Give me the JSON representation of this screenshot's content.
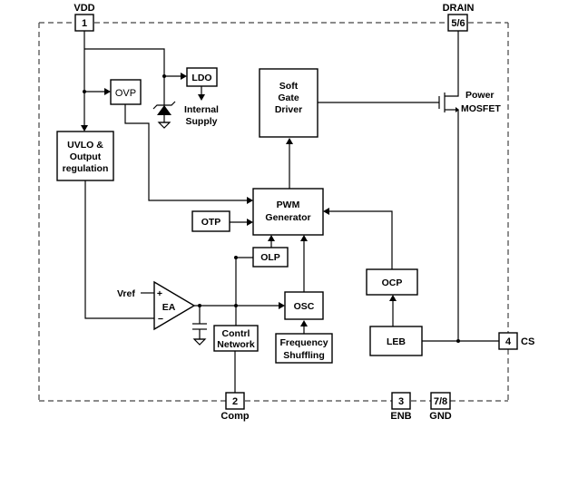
{
  "title": "Power converter IC functional block diagram",
  "pins": {
    "vdd": {
      "number": "1",
      "name": "VDD"
    },
    "drain": {
      "number": "5/6",
      "name": "DRAIN"
    },
    "comp": {
      "number": "2",
      "name": "Comp"
    },
    "enb": {
      "number": "3",
      "name": "ENB"
    },
    "gnd": {
      "number": "7/8",
      "name": "GND"
    },
    "cs": {
      "number": "4",
      "name": "CS"
    }
  },
  "blocks": {
    "ovp": "OVP",
    "ldo": "LDO",
    "internal_supply": [
      "Internal",
      "Supply"
    ],
    "uvlo": [
      "UVLO &",
      "Output",
      "regulation"
    ],
    "soft_gate_driver": [
      "Soft",
      "Gate",
      "Driver"
    ],
    "power_mosfet": [
      "Power",
      "MOSFET"
    ],
    "pwm_generator": [
      "PWM",
      "Generator"
    ],
    "otp": "OTP",
    "olp": "OLP",
    "osc": "OSC",
    "ocp": "OCP",
    "leb": "LEB",
    "control_network": [
      "Contrl",
      "Network"
    ],
    "frequency_shuffling": [
      "Frequency",
      "Shuffling"
    ],
    "error_amp": "EA",
    "vref": "Vref",
    "plus": "+",
    "minus": "−"
  }
}
